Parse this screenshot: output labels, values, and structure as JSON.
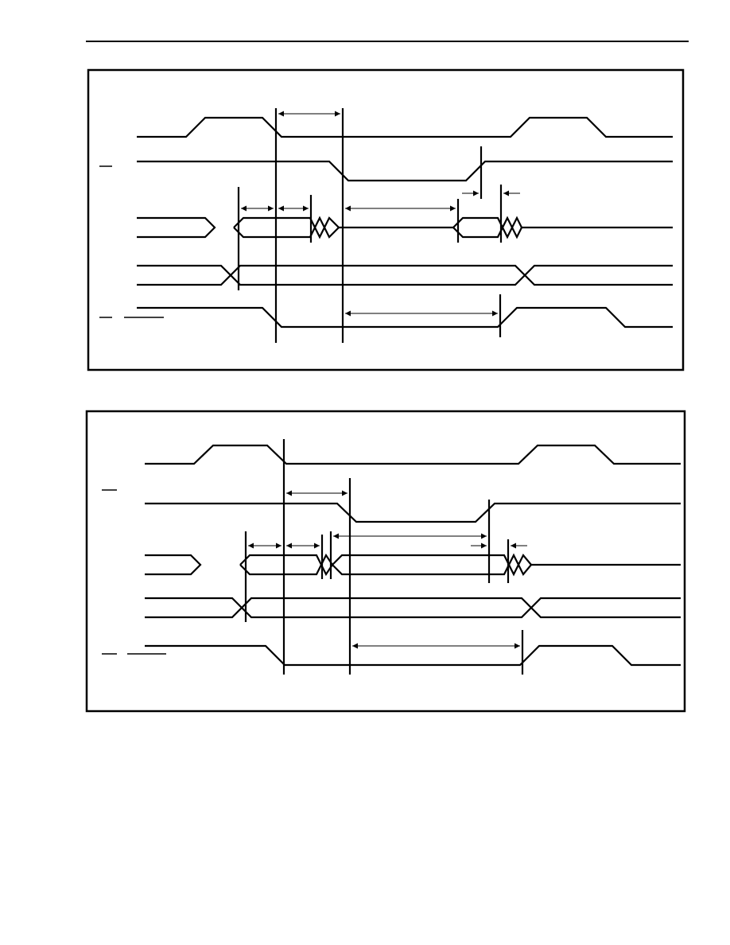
{
  "page": {
    "header_rule_color": "#000000",
    "line_color": "#000000",
    "background": "#ffffff"
  },
  "diagrams": [
    {
      "id": "diagram-1",
      "signals": [
        "clock-waveform",
        "strobe-waveform",
        "data-bus-waveform",
        "address-bus-waveform",
        "acknowledge-waveform"
      ],
      "printed_text": []
    },
    {
      "id": "diagram-2",
      "signals": [
        "clock-waveform",
        "strobe-waveform",
        "data-bus-waveform",
        "address-bus-waveform",
        "acknowledge-waveform"
      ],
      "printed_text": []
    }
  ]
}
